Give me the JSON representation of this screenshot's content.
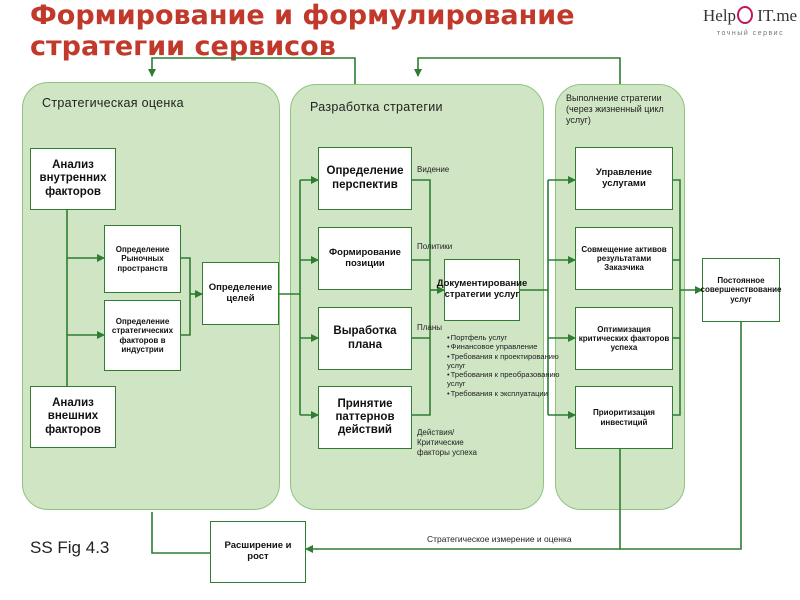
{
  "title": {
    "line1": "Формирование и формулирование",
    "line2": "стратегии сервисов"
  },
  "logo": {
    "text_left": "Help",
    "text_right": "IT.me",
    "tagline": "точный сервис"
  },
  "panels": {
    "assessment": "Стратегическая оценка",
    "development": "Разработка стратегии",
    "execution": "Выполнение стратегии (через жизненный цикл услуг)"
  },
  "boxes": {
    "internal": "Анализ внутренних факторов",
    "market": "Определение Рыночных пространств",
    "industry": "Определение стратегических факторов в индустрии",
    "external": "Анализ внешних факторов",
    "goals": "Определение целей",
    "perspectives": "Определение перспектив",
    "positions": "Формирование позиции",
    "plan": "Выработка плана",
    "patterns": "Принятие паттернов действий",
    "document": "Документирование стратегии услуг",
    "service_mgmt": "Управление услугами",
    "alignment": "Совмещение активов результатами Заказчика",
    "optimization": "Оптимизация критических факторов успеха",
    "prioritization": "Приоритизация инвестиций",
    "continual": "Постоянное совершенствование услуг",
    "expansion": "Расширение и рост"
  },
  "labels": {
    "vision": "Видение",
    "policies": "Политики",
    "plans": "Планы",
    "actions": "Действия/ Критические факторы успеха",
    "measurement": "Стратегическое измерение и оценка"
  },
  "outputs": [
    "Портфель услуг",
    "Финансовое управление",
    "Требования к проектированию услуг",
    "Требования к преобразованию услуг",
    "Требования к эксплуатации"
  ],
  "figure_label": "SS Fig 4.3",
  "colors": {
    "title": "#c0392b",
    "panel_fill": "#cfe5c4",
    "panel_border": "#8fc47f",
    "line": "#2e7d32"
  }
}
